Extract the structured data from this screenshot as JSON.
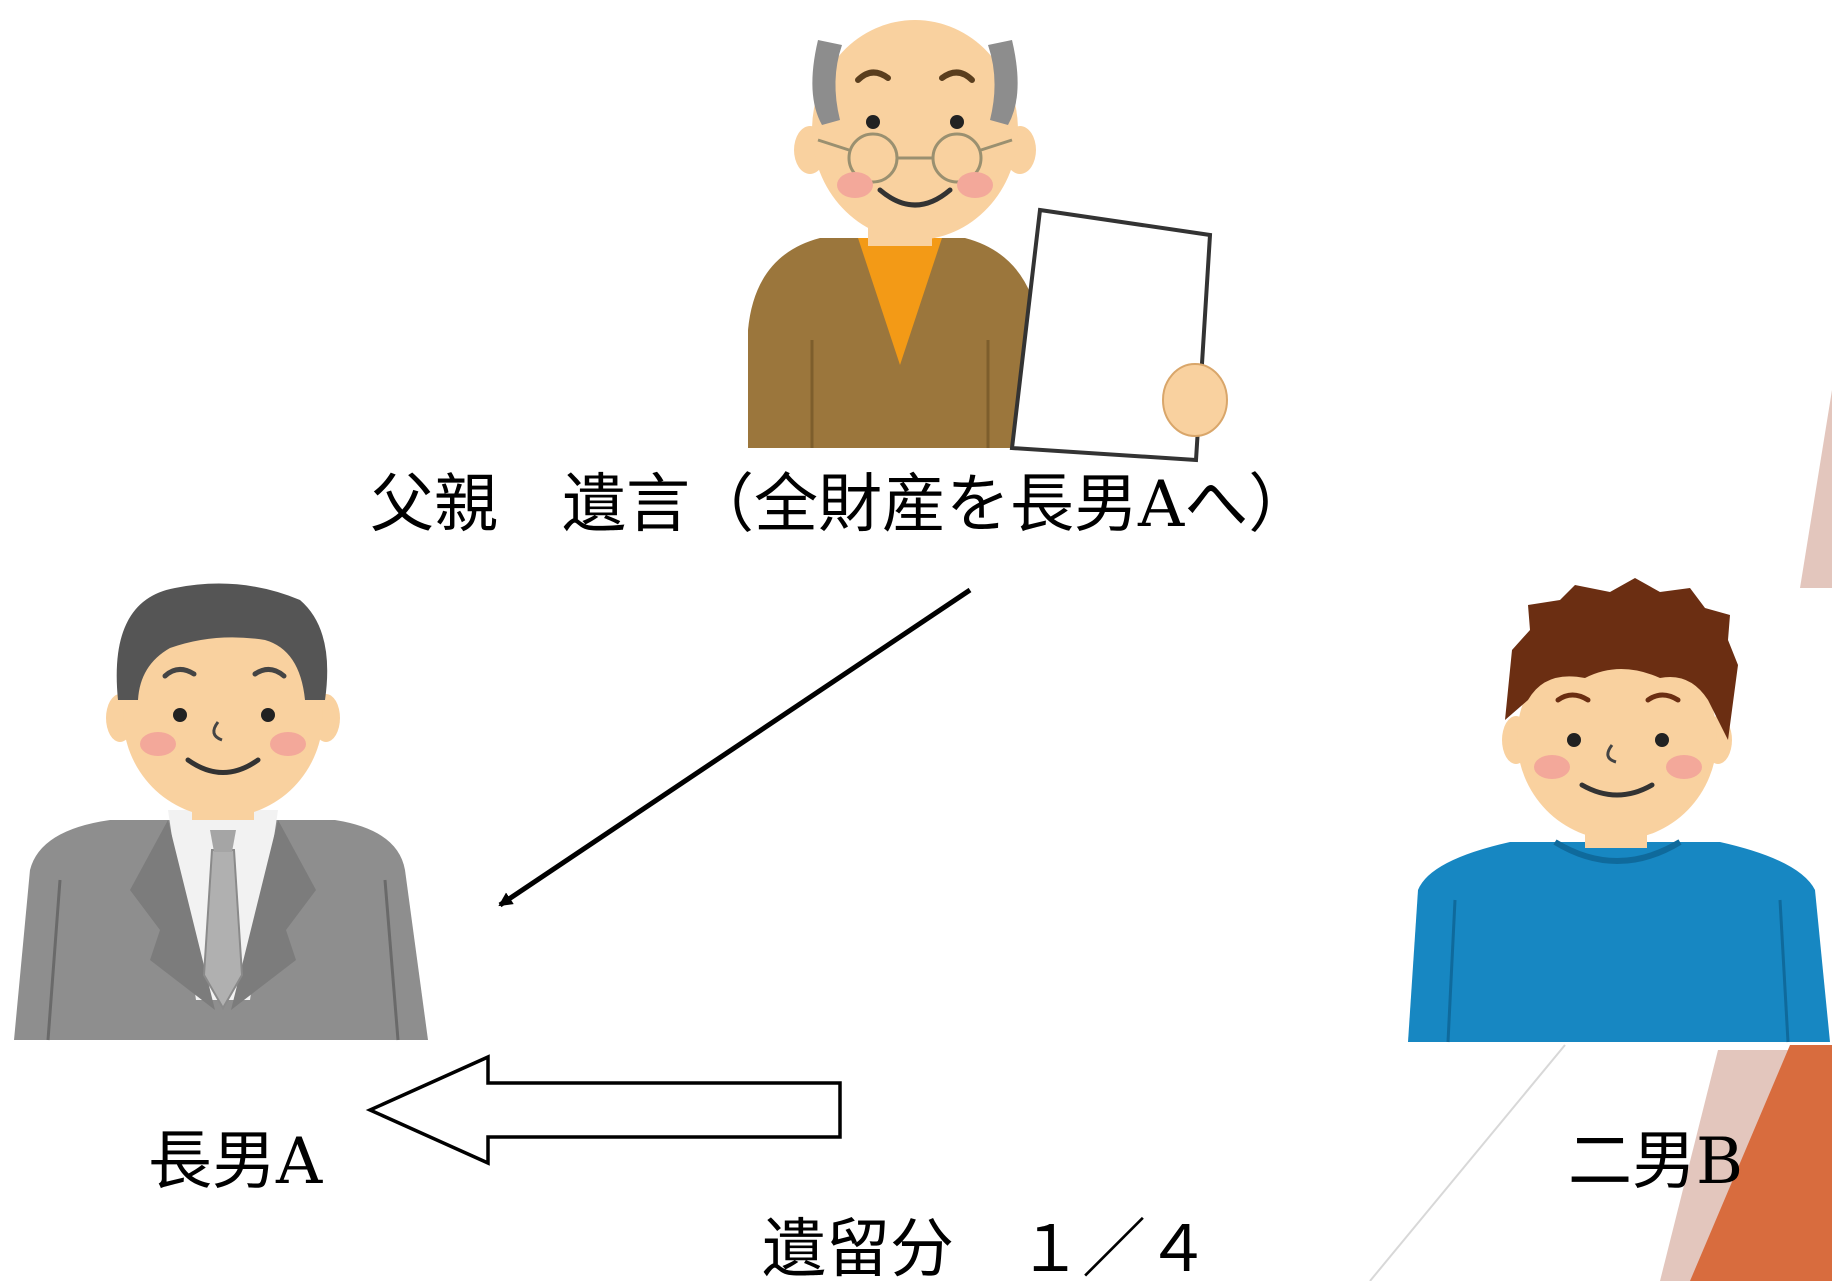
{
  "father": {
    "caption": "父親　遺言（全財産を長男Aへ）"
  },
  "son_a": {
    "label": "長男A"
  },
  "son_b": {
    "label": "二男B"
  },
  "forced_share": {
    "label": "遺留分　１／４"
  },
  "icons": [
    "elderly-man-with-document-icon",
    "businessman-icon",
    "young-man-icon"
  ],
  "colors": {
    "accent_orange": "#d86c3e",
    "accent_pink": "#e0bfb6",
    "sweater_brown": "#9b763c",
    "shirt_blue": "#1787c2",
    "suit_gray": "#8e8e8e"
  }
}
